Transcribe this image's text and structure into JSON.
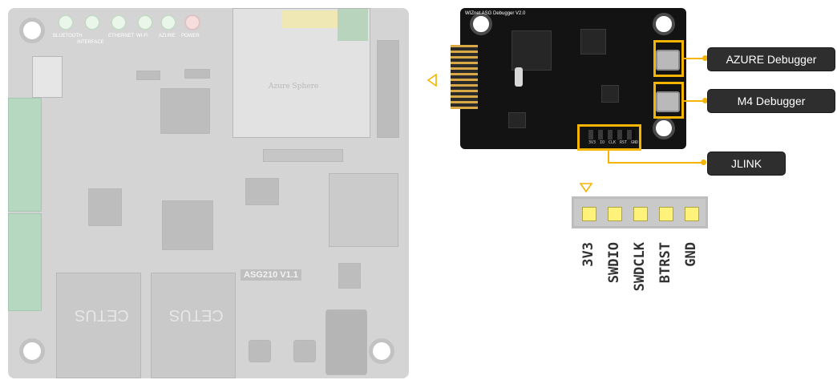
{
  "main_board": {
    "version_label": "ASG210 V1.1",
    "led_labels": [
      "BLUETOOTH",
      "INTERFACE",
      "ETHERNET",
      "WI-FI",
      "AZURE",
      "POWER"
    ],
    "module_text": "Azure Sphere",
    "eth_left_text": "CETUS",
    "eth_right_text": "CETUS"
  },
  "debug_board": {
    "title": "WIZnet ASG Debugger V2.0",
    "header_silk": [
      "3V3",
      "IO",
      "CLK",
      "RST",
      "GND"
    ]
  },
  "callouts": {
    "azure": "AZURE Debugger",
    "m4": "M4 Debugger",
    "jlink": "JLINK"
  },
  "pin_labels": [
    "3V3",
    "SWDIO",
    "SWDCLK",
    "BTRST",
    "GND"
  ],
  "colors": {
    "accent": "#f5b400",
    "callout_bg": "#2e2e2e",
    "pin_fill": "#fff27a"
  }
}
